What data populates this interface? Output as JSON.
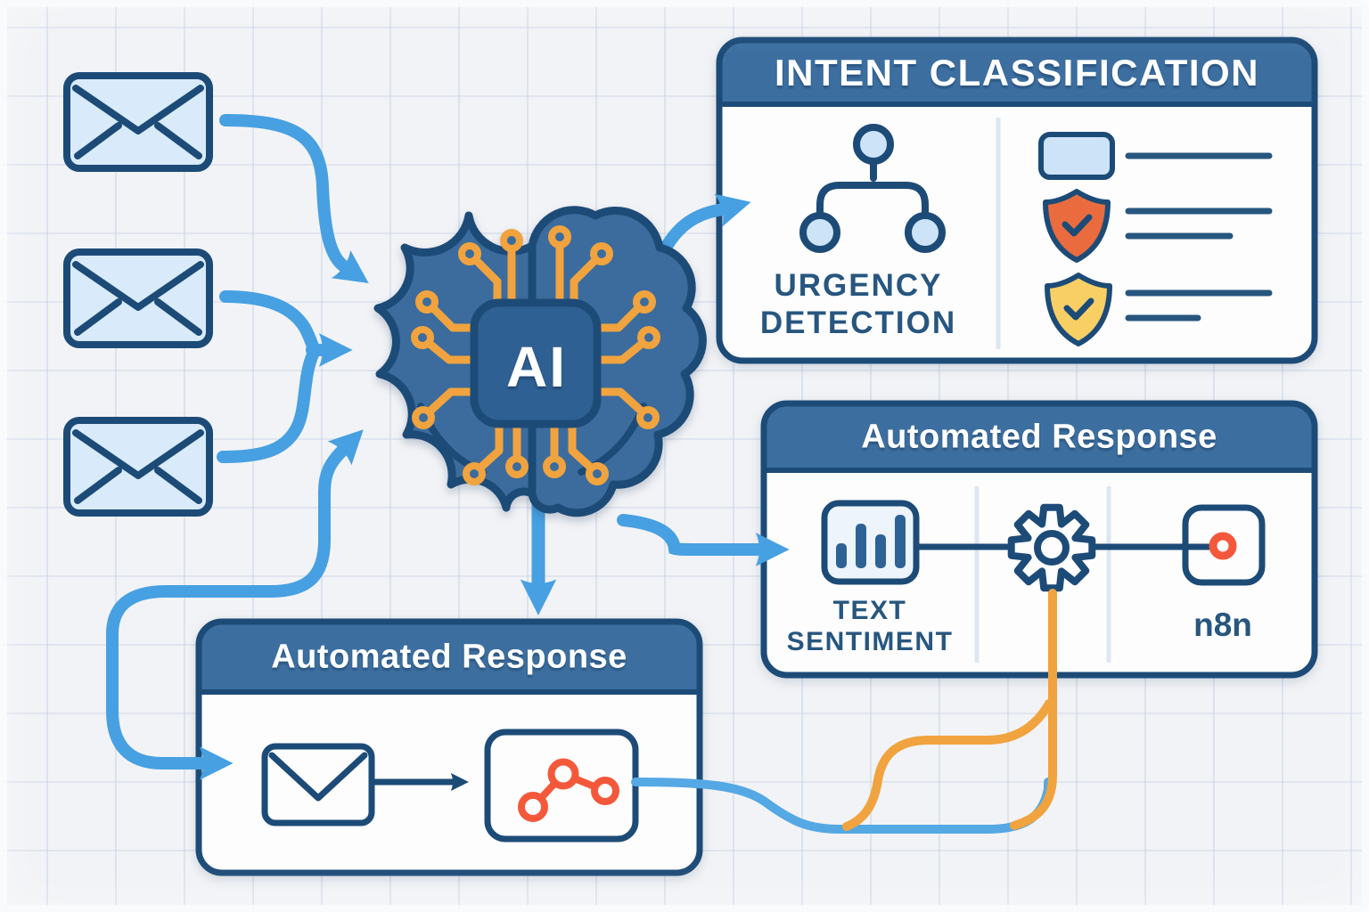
{
  "brain": {
    "chip_label": "AI",
    "icon": "ai-brain-circuit-icon"
  },
  "inputs": {
    "icon": "envelope-icon",
    "count": 3
  },
  "panels": {
    "intent": {
      "title": "INTENT CLASSIFICATION",
      "urgency_line1": "URGENCY",
      "urgency_line2": "DETECTION",
      "left_icon": "hierarchy-tree-icon",
      "checklist_icons": [
        "card-icon",
        "shield-check-orange-icon",
        "shield-check-yellow-icon"
      ]
    },
    "sentiment": {
      "title": "Automated Response",
      "caption_line1": "TEXT",
      "caption_line2": "SENTIMENT",
      "n8n_label": "n8n",
      "icons": [
        "bar-chart-icon",
        "gear-icon",
        "n8n-node-icon"
      ]
    },
    "response": {
      "title": "Automated Response",
      "icons": [
        "envelope-outline-icon",
        "workflow-nodes-icon"
      ]
    }
  },
  "colors": {
    "bg": "#f2f3f6",
    "ink": "#1d4b77",
    "ink-soft": "#27567f",
    "panel-header": "#3c6fa0",
    "panel-body": "#fdfdfe",
    "brain-fill": "#3b6c9d",
    "chip-fill": "#2f6093",
    "arrow-blue": "#47a0e1",
    "line-blue": "#54a8e4",
    "circuit-orange": "#f0a33e",
    "accent-orange": "#f4583a",
    "shield-orange": "#ea6c3e",
    "shield-yellow": "#f8cf65",
    "light-blue-fill": "#cde4f8",
    "envelope-fill": "#d9ebfa",
    "divider": "#dde7f2",
    "bar-blue": "#2e6295"
  }
}
